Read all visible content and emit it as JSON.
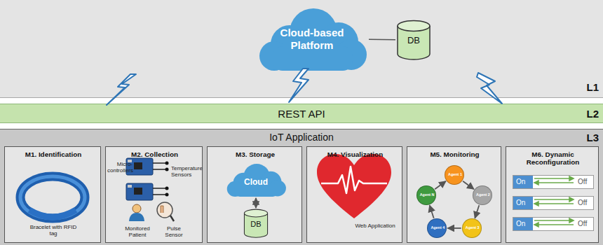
{
  "diagram": {
    "nodes": [
      {
        "text": [
          "L1"
        ]
      },
      {
        "text": [
          "Cloud-based Platform"
        ],
        "in": 0
      },
      {
        "text": [
          "DB"
        ],
        "in": 0
      },
      {
        "text": [
          "REST API",
          "L2"
        ]
      },
      {
        "text": [
          "IoT Application",
          "L3"
        ]
      },
      {
        "text": [
          "M1. Identification",
          "Bracelet with RFID tag"
        ],
        "in": 4
      },
      {
        "text": [
          "M2. Collection",
          "Micro-controllers",
          "Temperature Sensors",
          "Monitored Patient",
          "Pulse Sensor"
        ],
        "in": 4
      },
      {
        "text": [
          "M3. Storage"
        ],
        "in": 4
      },
      {
        "text": [
          "Cloud"
        ],
        "in": 7
      },
      {
        "text": [
          "DB"
        ],
        "in": 7
      },
      {
        "text": [
          "M4. Visualization",
          "Web Application"
        ],
        "in": 4
      },
      {
        "text": [
          "M5. Monitoring"
        ],
        "in": 4
      },
      {
        "text": [
          "Agent 1"
        ],
        "in": 11
      },
      {
        "text": [
          "Agent 2"
        ],
        "in": 11
      },
      {
        "text": [
          "Agent 3"
        ],
        "in": 11
      },
      {
        "text": [
          "Agent 4"
        ],
        "in": 11
      },
      {
        "text": [
          "Agent N"
        ],
        "in": 11
      },
      {
        "text": [
          "M6. Dynamic Reconfiguration"
        ],
        "in": 4
      },
      {
        "text": [
          "On",
          "Off"
        ],
        "in": 17
      },
      {
        "text": [
          "On",
          "Off"
        ],
        "in": 17
      },
      {
        "text": [
          "On",
          "Off"
        ],
        "in": 17
      }
    ],
    "edges": [
      {
        "from": 1,
        "to": 2,
        "arrow": "none"
      },
      {
        "from": 8,
        "to": 9,
        "arrow": "both"
      },
      {
        "from": 12,
        "to": 13,
        "arrow": "to"
      },
      {
        "from": 13,
        "to": 14,
        "arrow": "to"
      },
      {
        "from": 14,
        "to": 15,
        "arrow": "to"
      },
      {
        "from": 15,
        "to": 16,
        "arrow": "to"
      },
      {
        "from": 16,
        "to": 12,
        "arrow": "to"
      }
    ]
  }
}
